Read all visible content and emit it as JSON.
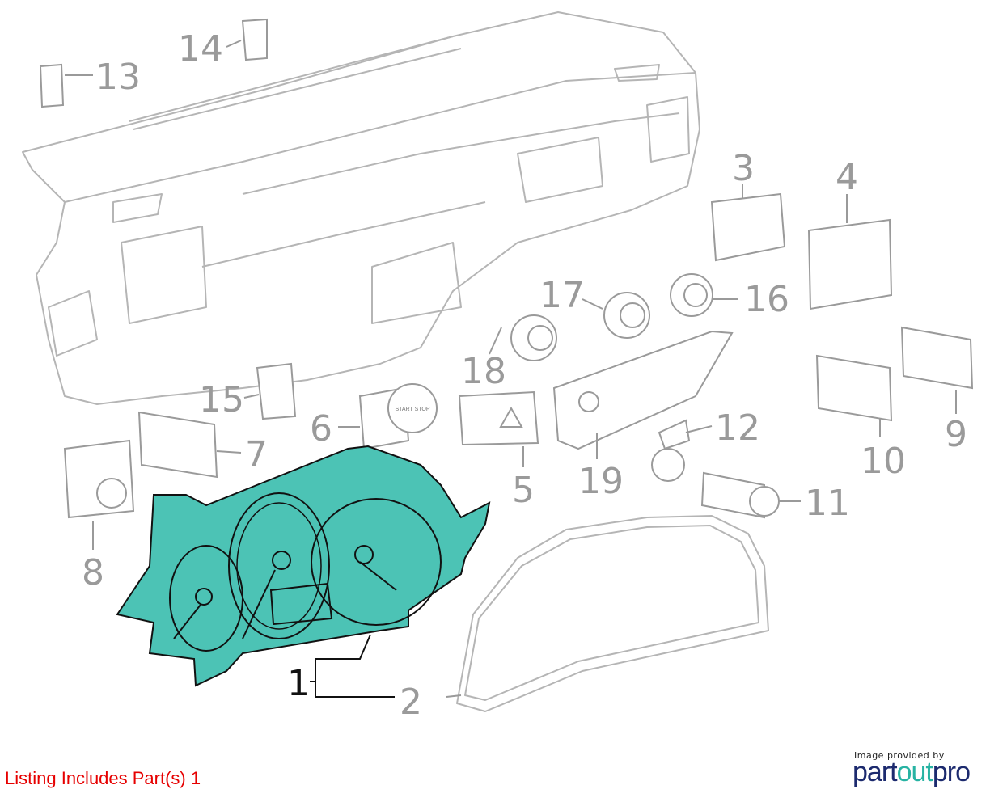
{
  "diagram": {
    "callouts": [
      {
        "id": "14",
        "label": "14"
      },
      {
        "id": "13",
        "label": "13"
      },
      {
        "id": "3",
        "label": "3"
      },
      {
        "id": "4",
        "label": "4"
      },
      {
        "id": "17",
        "label": "17"
      },
      {
        "id": "16",
        "label": "16"
      },
      {
        "id": "18",
        "label": "18"
      },
      {
        "id": "15",
        "label": "15"
      },
      {
        "id": "6",
        "label": "6"
      },
      {
        "id": "7",
        "label": "7"
      },
      {
        "id": "12",
        "label": "12"
      },
      {
        "id": "10",
        "label": "10"
      },
      {
        "id": "9",
        "label": "9"
      },
      {
        "id": "19",
        "label": "19"
      },
      {
        "id": "5",
        "label": "5"
      },
      {
        "id": "11",
        "label": "11"
      },
      {
        "id": "8",
        "label": "8"
      },
      {
        "id": "1",
        "label": "1"
      },
      {
        "id": "2",
        "label": "2"
      }
    ],
    "start_button_text": "START STOP",
    "highlight_color": "#4cc3b5"
  },
  "footer": {
    "listing": "Listing Includes Part(s) 1",
    "credit": "Image provided by",
    "logo": {
      "part": "part",
      "out": "out",
      "pro": "pro"
    }
  }
}
